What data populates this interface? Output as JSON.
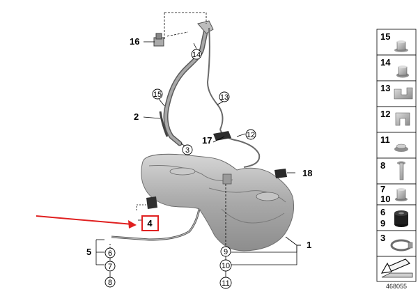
{
  "diagram": {
    "id": "468055",
    "main_labels": {
      "l16": "16",
      "l2": "2",
      "l17": "17",
      "l18": "18",
      "l5": "5",
      "l4": "4",
      "l1": "1"
    },
    "callouts": {
      "c14": "14",
      "c15": "15",
      "c13": "13",
      "c12": "12",
      "c3": "3",
      "c6": "6",
      "c7": "7",
      "c8": "8",
      "c9": "9",
      "c10": "10",
      "c11": "11"
    },
    "parts_panel": [
      {
        "label": "15",
        "icon": "nut-flange-icon"
      },
      {
        "label": "14",
        "icon": "nut-round-icon"
      },
      {
        "label": "13",
        "icon": "clip-double-icon"
      },
      {
        "label": "12",
        "icon": "clip-single-icon"
      },
      {
        "label": "11",
        "icon": "washer-nut-icon"
      },
      {
        "label": "8",
        "icon": "bolt-icon"
      },
      {
        "label": "7",
        "label2": "10",
        "icon": "grommet-nut-icon"
      },
      {
        "label": "6",
        "label2": "9",
        "icon": "rubber-bushing-icon"
      },
      {
        "label": "3",
        "icon": "hose-clamp-icon"
      },
      {
        "label": "",
        "icon": "arrow-direction-icon"
      }
    ],
    "colors": {
      "highlight": "#e02020",
      "tank": "#b9b9b9",
      "line": "#000000"
    }
  }
}
